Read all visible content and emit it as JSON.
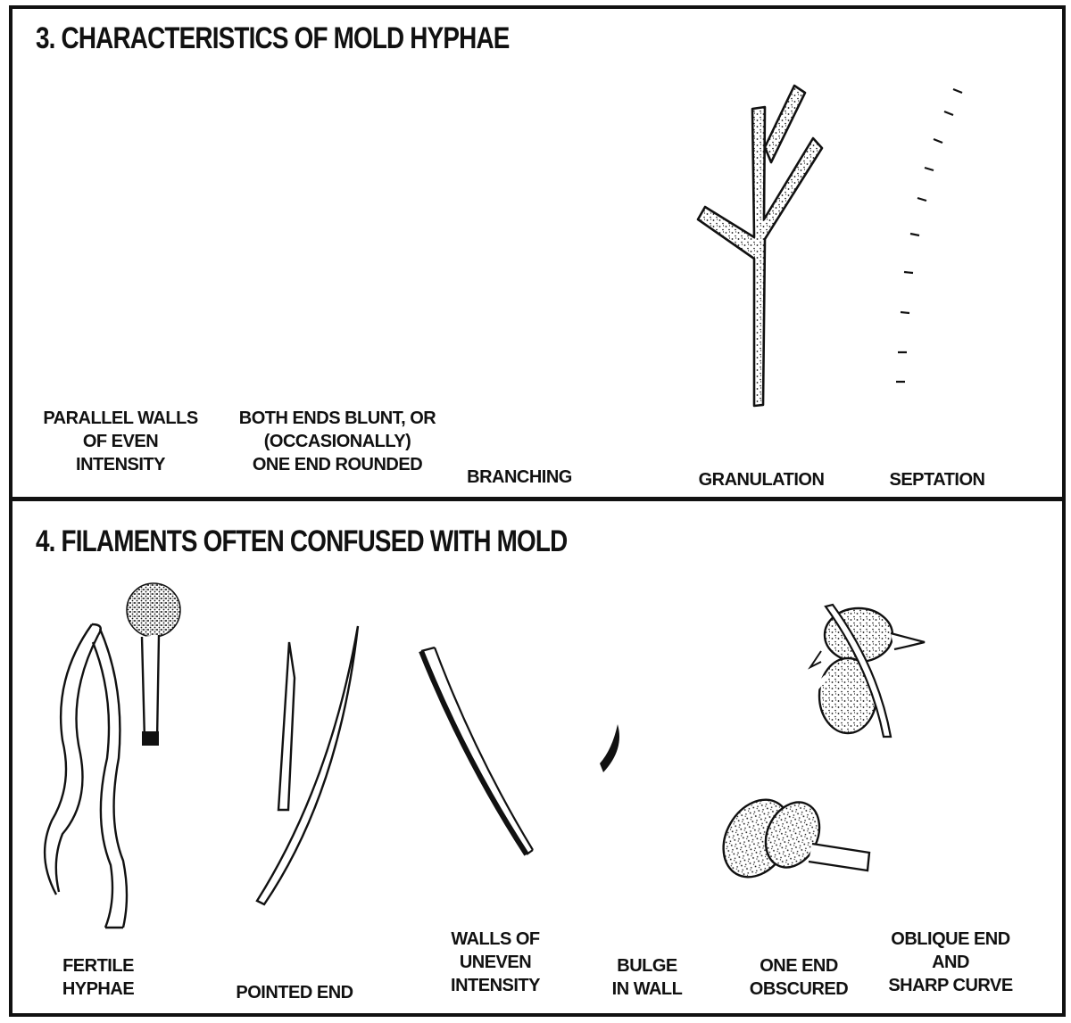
{
  "sections": [
    {
      "title": "3. CHARACTERISTICS OF MOLD HYPHAE",
      "items": [
        {
          "label": "PARALLEL WALLS\nOF EVEN\nINTENSITY"
        },
        {
          "label": "BOTH ENDS BLUNT, OR\n(OCCASIONALLY)\nONE END ROUNDED"
        },
        {
          "label": "BRANCHING"
        },
        {
          "label": "GRANULATION"
        },
        {
          "label": "SEPTATION"
        }
      ]
    },
    {
      "title": "4. FILAMENTS OFTEN CONFUSED WITH MOLD",
      "items": [
        {
          "label": "FERTILE\nHYPHAE"
        },
        {
          "label": "POINTED END"
        },
        {
          "label": "WALLS OF\nUNEVEN\nINTENSITY"
        },
        {
          "label": "BULGE\nIN WALL"
        },
        {
          "label": "ONE END\nOBSCURED"
        },
        {
          "label": "OBLIQUE END\nAND\nSHARP CURVE"
        }
      ]
    }
  ]
}
